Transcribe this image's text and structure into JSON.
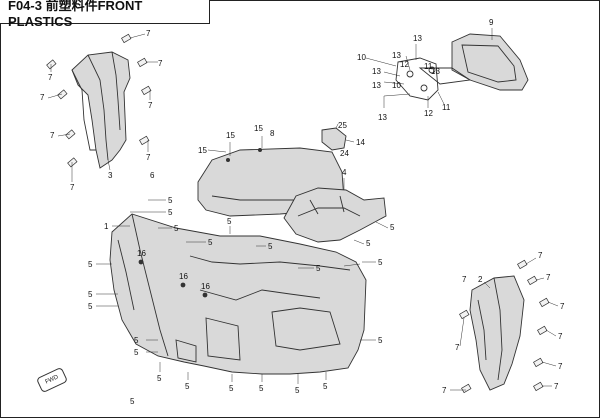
{
  "header": {
    "title": "F04-3 前塑料件FRONT PLASTICS"
  },
  "direction_badge": "FWD",
  "callouts": [
    {
      "id": "c9",
      "text": "9"
    },
    {
      "id": "c13a",
      "text": "13"
    },
    {
      "id": "c10",
      "text": "10"
    },
    {
      "id": "c13b",
      "text": "13"
    },
    {
      "id": "c12a",
      "text": "12"
    },
    {
      "id": "c11a",
      "text": "11"
    },
    {
      "id": "c13c",
      "text": "13"
    },
    {
      "id": "c13d",
      "text": "13"
    },
    {
      "id": "c10b",
      "text": "10"
    },
    {
      "id": "c13e",
      "text": "13"
    },
    {
      "id": "c12b",
      "text": "12"
    },
    {
      "id": "c11b",
      "text": "11"
    },
    {
      "id": "c13f",
      "text": "13"
    },
    {
      "id": "c25",
      "text": "25"
    },
    {
      "id": "c24",
      "text": "24"
    },
    {
      "id": "c14",
      "text": "14"
    },
    {
      "id": "c15a",
      "text": "15"
    },
    {
      "id": "c15b",
      "text": "15"
    },
    {
      "id": "c8",
      "text": "8"
    },
    {
      "id": "c15c",
      "text": "15"
    },
    {
      "id": "c4",
      "text": "4"
    },
    {
      "id": "c6",
      "text": "6"
    },
    {
      "id": "c7a",
      "text": "7"
    },
    {
      "id": "c7b",
      "text": "7"
    },
    {
      "id": "c7c",
      "text": "7"
    },
    {
      "id": "c7d",
      "text": "7"
    },
    {
      "id": "c7e",
      "text": "7"
    },
    {
      "id": "c7f",
      "text": "7"
    },
    {
      "id": "c7g",
      "text": "7"
    },
    {
      "id": "c7h",
      "text": "7"
    },
    {
      "id": "c3",
      "text": "3"
    },
    {
      "id": "c5a",
      "text": "5"
    },
    {
      "id": "c5b",
      "text": "5"
    },
    {
      "id": "c5c",
      "text": "5"
    },
    {
      "id": "c5d",
      "text": "5"
    },
    {
      "id": "c5e",
      "text": "5"
    },
    {
      "id": "c5f",
      "text": "5"
    },
    {
      "id": "c5g",
      "text": "5"
    },
    {
      "id": "c5h",
      "text": "5"
    },
    {
      "id": "c5i",
      "text": "5"
    },
    {
      "id": "c5j",
      "text": "5"
    },
    {
      "id": "c5k",
      "text": "5"
    },
    {
      "id": "c5l",
      "text": "5"
    },
    {
      "id": "c5m",
      "text": "5"
    },
    {
      "id": "c5n",
      "text": "5"
    },
    {
      "id": "c5o",
      "text": "5"
    },
    {
      "id": "c5p",
      "text": "5"
    },
    {
      "id": "c5q",
      "text": "5"
    },
    {
      "id": "c5r",
      "text": "5"
    },
    {
      "id": "c5s",
      "text": "5"
    },
    {
      "id": "c5t",
      "text": "5"
    },
    {
      "id": "c5u",
      "text": "5"
    },
    {
      "id": "c5v",
      "text": "5"
    },
    {
      "id": "c5w",
      "text": "5"
    },
    {
      "id": "c1",
      "text": "1"
    },
    {
      "id": "c16a",
      "text": "16"
    },
    {
      "id": "c16b",
      "text": "16"
    },
    {
      "id": "c16c",
      "text": "16"
    },
    {
      "id": "c2",
      "text": "2"
    },
    {
      "id": "c7i",
      "text": "7"
    },
    {
      "id": "c7j",
      "text": "7"
    },
    {
      "id": "c7k",
      "text": "7"
    },
    {
      "id": "c7l",
      "text": "7"
    },
    {
      "id": "c7m",
      "text": "7"
    },
    {
      "id": "c7n",
      "text": "7"
    },
    {
      "id": "c7o",
      "text": "7"
    },
    {
      "id": "c7p",
      "text": "7"
    },
    {
      "id": "c7q",
      "text": "7"
    }
  ]
}
